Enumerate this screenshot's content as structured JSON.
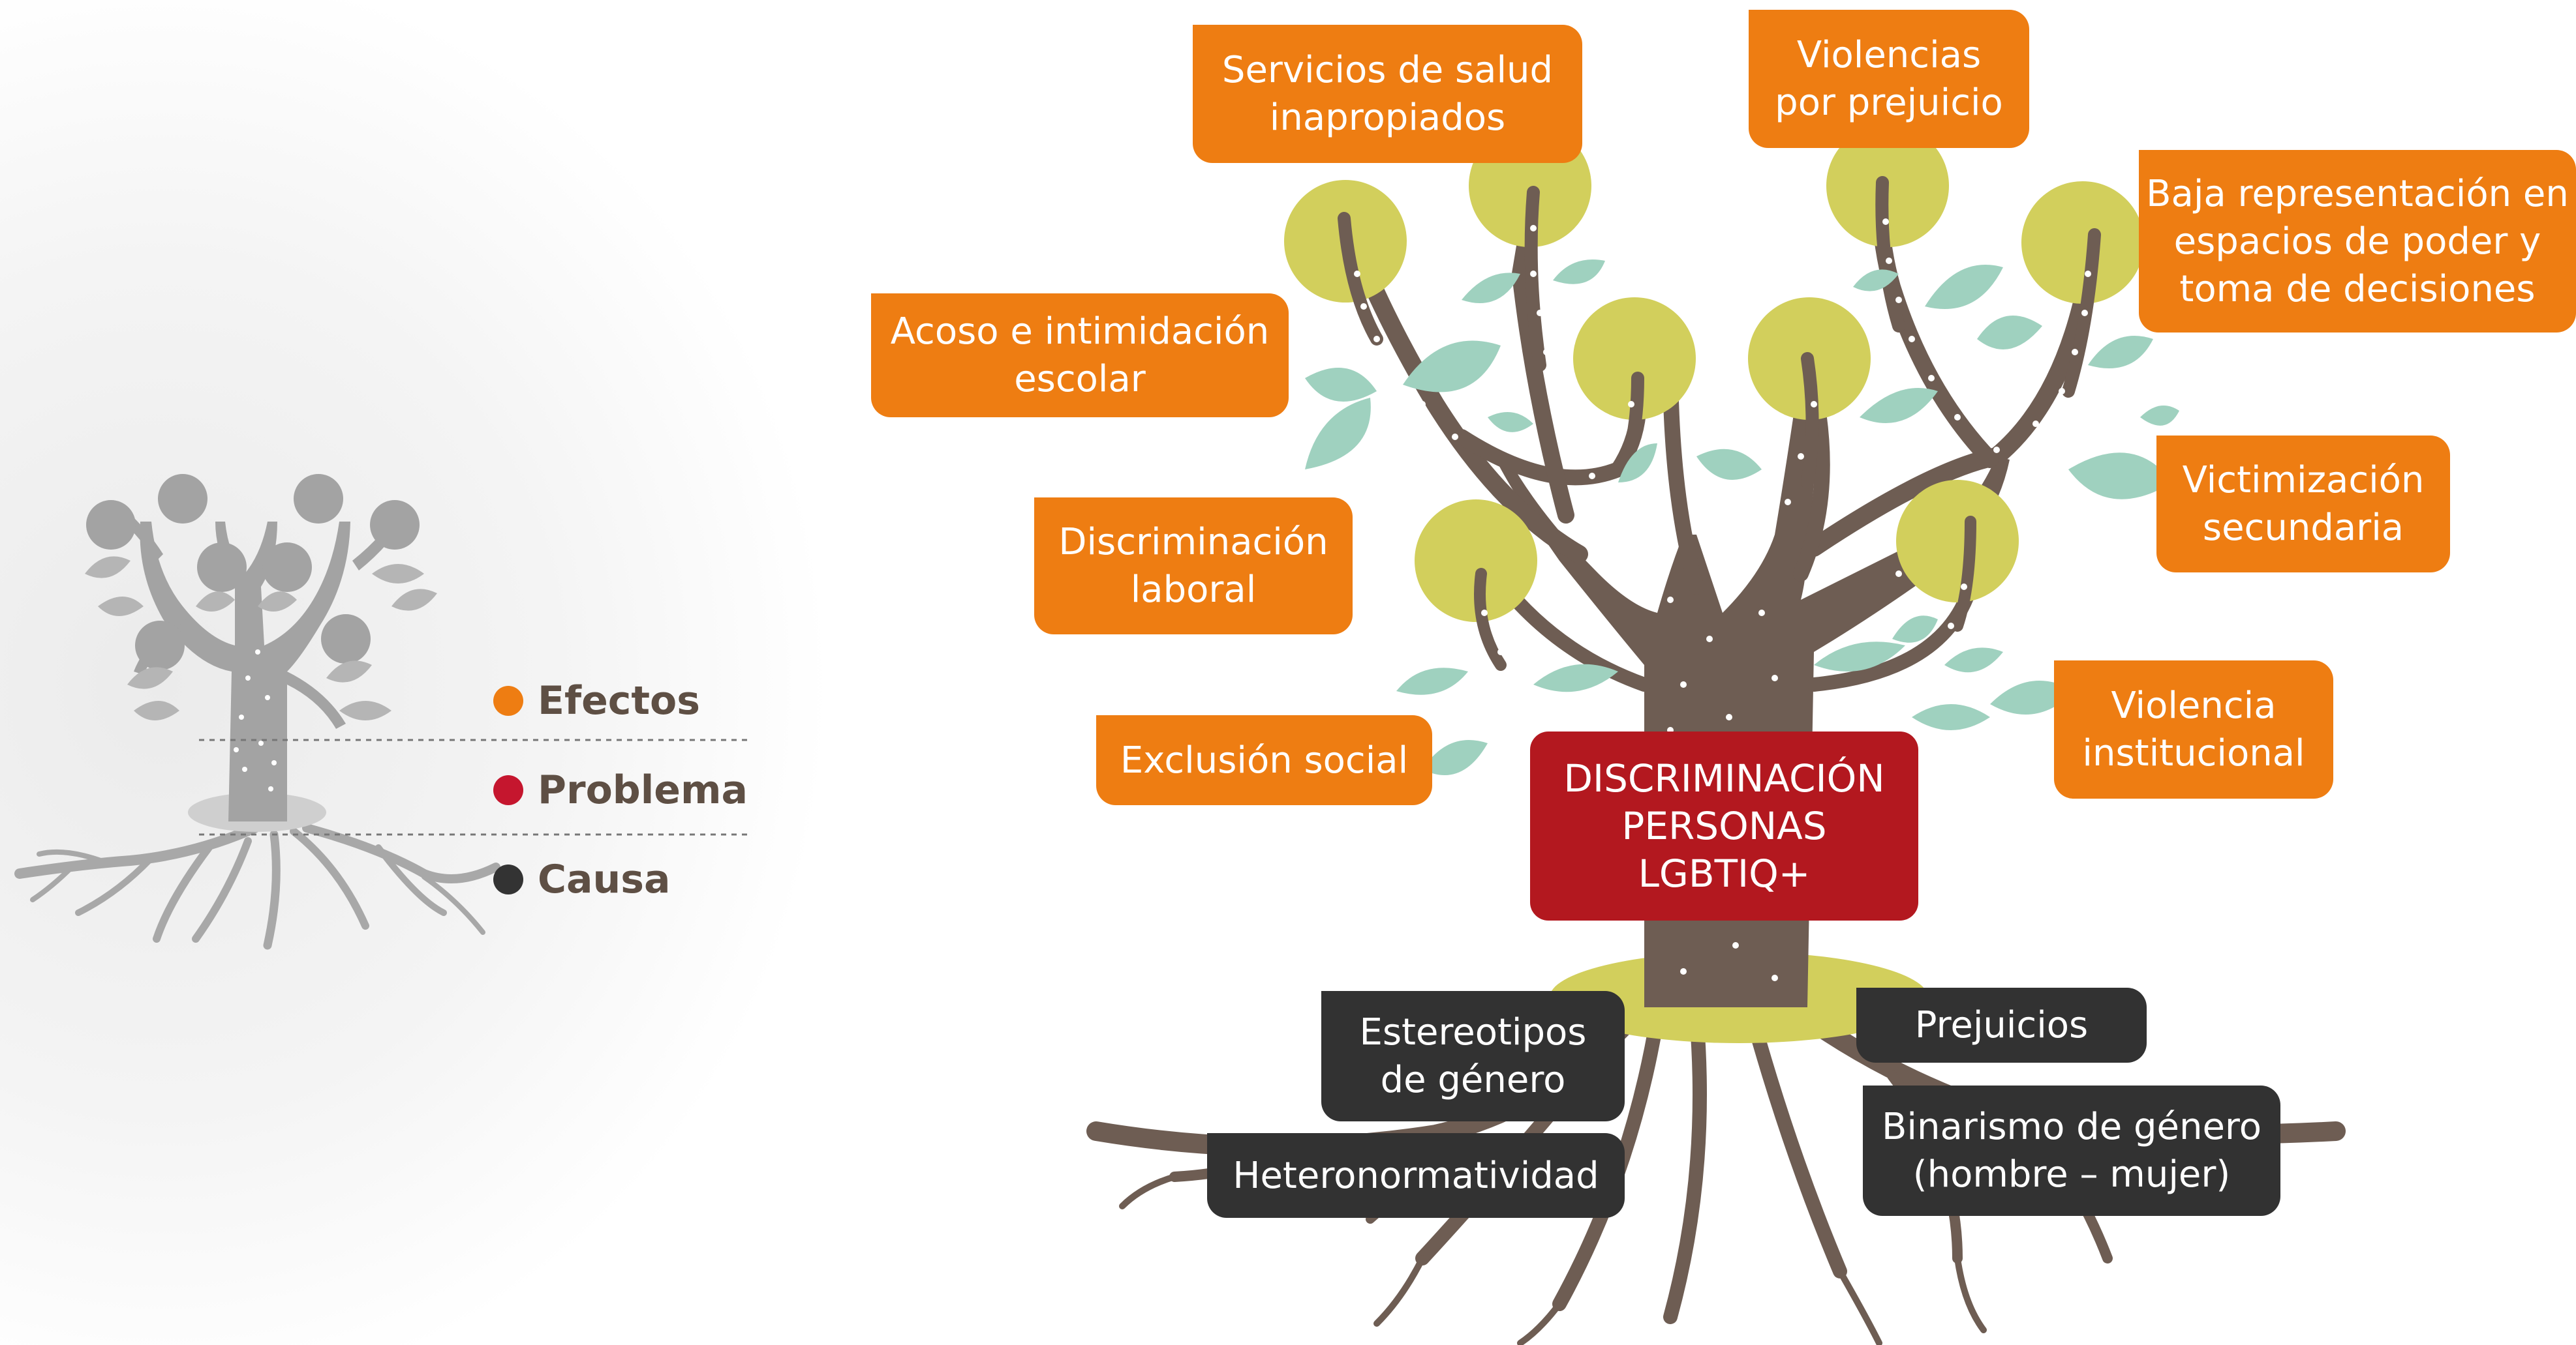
{
  "legend": {
    "items": [
      {
        "label": "Efectos",
        "color": "#ee7d12"
      },
      {
        "label": "Problema",
        "color": "#c5162e"
      },
      {
        "label": "Causa",
        "color": "#333333"
      }
    ]
  },
  "problem": {
    "label": "DISCRIMINACIÓN\nPERSONAS\nLGBTIQ+",
    "color": "#b3181f"
  },
  "effects": [
    "Servicios de salud\ninapropiados",
    "Violencias\npor prejuicio",
    "Baja representación en\nespacios de poder y\ntoma de decisiones",
    "Acoso e intimidación\nescolar",
    "Victimización\nsecundaria",
    "Discriminación\nlaboral",
    "Violencia\ninstitucional",
    "Exclusión social"
  ],
  "causes": [
    "Estereotipos\nde género",
    "Prejuicios",
    "Binarismo de género\n(hombre – mujer)",
    "Heteronormatividad"
  ],
  "colors": {
    "effect_box": "#ee7d12",
    "cause_box": "#323232",
    "problem_box": "#b3181f",
    "trunk": "#6e5d53",
    "fruit": "#d2cf5c",
    "leaf": "#9fd1bf",
    "legend_tree": "#a3a3a3"
  },
  "icons": [
    "tree-illustration",
    "legend-tree-icon"
  ]
}
